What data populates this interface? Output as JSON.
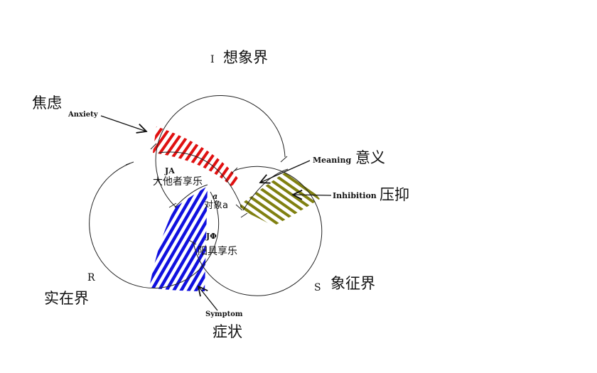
{
  "rings": {
    "imaginary": {
      "letter": "I",
      "label": "想象界"
    },
    "real": {
      "letter": "R",
      "label": "实在界"
    },
    "symbolic": {
      "letter": "S",
      "label": "象征界"
    }
  },
  "annotations": {
    "anxiety": {
      "zh": "焦虑",
      "en": "Anxiety"
    },
    "meaning": {
      "zh": "意义",
      "en": "Meaning"
    },
    "inhibition": {
      "zh": "压抑",
      "en": "Inhibition"
    },
    "symptom": {
      "zh": "症状",
      "en": "Symptom"
    }
  },
  "zones": {
    "other_jouissance": {
      "symbol": "JA",
      "label": "大他者享乐"
    },
    "object_a": {
      "symbol": "a",
      "label": "对象a"
    },
    "phallic_jouissance": {
      "symbol": "JΦ",
      "label": "阳具享乐"
    }
  },
  "colors": {
    "anxiety_band": "#e01010",
    "symptom_band": "#1010e0",
    "inhibition_band": "#808010",
    "line": "#222222"
  }
}
